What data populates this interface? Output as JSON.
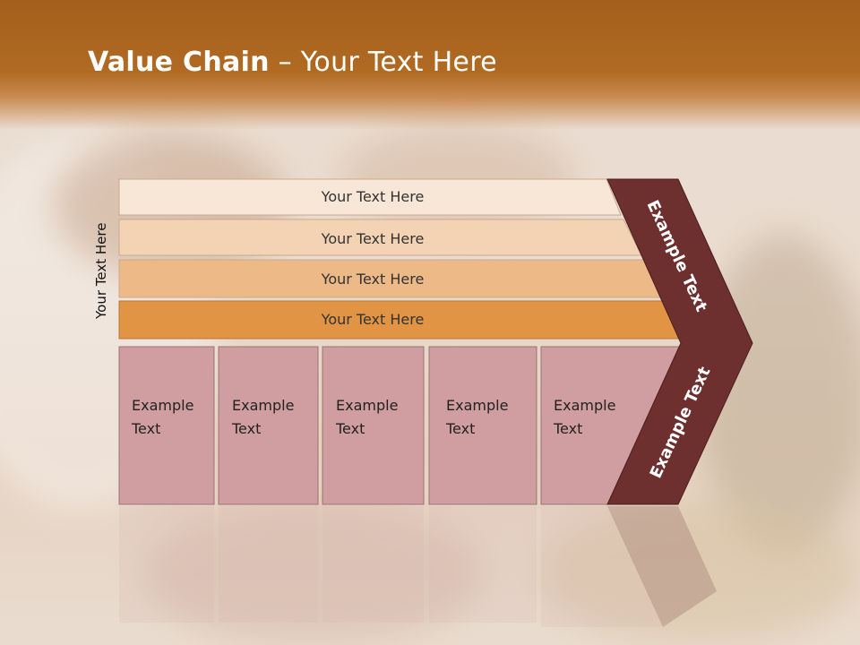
{
  "title": {
    "bold": "Value Chain",
    "rest": " – Your Text Here"
  },
  "side_label": "Your Text Here",
  "bars": [
    {
      "label": "Your Text Here",
      "color": "#f8e6d6"
    },
    {
      "label": "Your Text Here",
      "color": "#f3d3b3"
    },
    {
      "label": "Your Text Here",
      "color": "#ecb987"
    },
    {
      "label": "Your Text Here",
      "color": "#e09444"
    }
  ],
  "boxes": [
    {
      "line1": "Example",
      "line2": "Text"
    },
    {
      "line1": "Example",
      "line2": "Text"
    },
    {
      "line1": "Example",
      "line2": "Text"
    },
    {
      "line1": "Example",
      "line2": "Text"
    },
    {
      "line1": "Example",
      "line2": "Text"
    }
  ],
  "chevron": {
    "upper": "Example Text",
    "lower": "Example Text",
    "color": "#6e2f2f"
  },
  "colors": {
    "header": "#ad651f",
    "box": "#d09ea0"
  }
}
